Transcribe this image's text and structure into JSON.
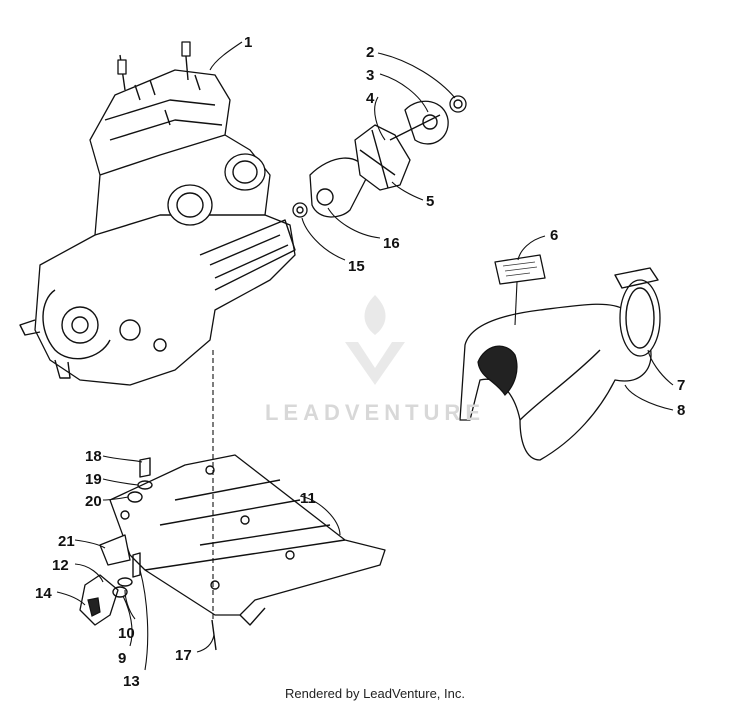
{
  "callouts": [
    {
      "n": "1"
    },
    {
      "n": "2"
    },
    {
      "n": "3"
    },
    {
      "n": "4"
    },
    {
      "n": "5"
    },
    {
      "n": "6"
    },
    {
      "n": "7"
    },
    {
      "n": "8"
    },
    {
      "n": "9"
    },
    {
      "n": "10"
    },
    {
      "n": "11"
    },
    {
      "n": "12"
    },
    {
      "n": "13"
    },
    {
      "n": "14"
    },
    {
      "n": "15"
    },
    {
      "n": "16"
    },
    {
      "n": "17"
    },
    {
      "n": "18"
    },
    {
      "n": "19"
    },
    {
      "n": "20"
    },
    {
      "n": "21"
    }
  ],
  "watermark": "LEADVENTURE",
  "footer": "Rendered by LeadVenture, Inc."
}
